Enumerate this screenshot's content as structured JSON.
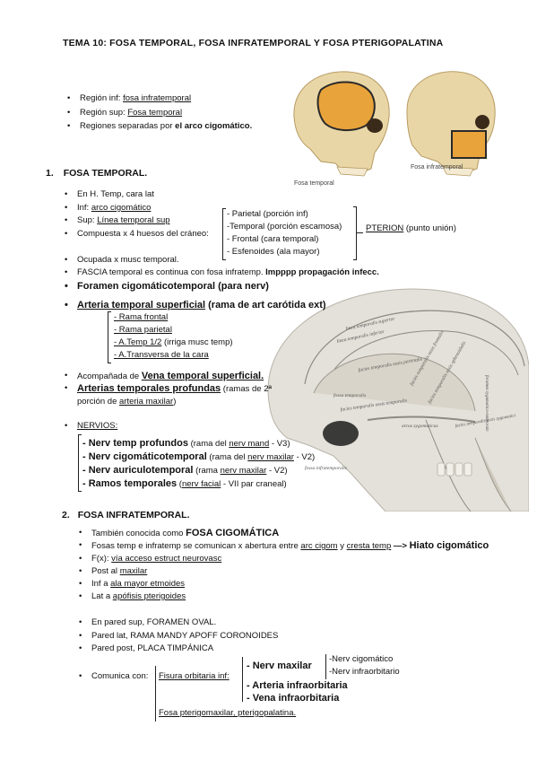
{
  "title": "TEMA 10: FOSA TEMPORAL, FOSA INFRATEMPORAL Y FOSA PTERIGOPALATINA",
  "intro": {
    "region_inf_label": "Región inf:",
    "region_inf_value": "fosa infratemporal",
    "region_sup_label": "Región sup:",
    "region_sup_value": "Fosa temporal",
    "separadas_label": "Regiones separadas por",
    "separadas_value": "el arco cigomático."
  },
  "figure_top": {
    "left_caption": "Fosa temporal",
    "right_caption": "Fosa infratemporal",
    "skull_color": "#e9d6a6",
    "highlight_color": "#e8a33b"
  },
  "sec1": {
    "heading_num": "1.",
    "heading": "FOSA TEMPORAL.",
    "b1": "En H. Temp, cara lat",
    "b2_label": "Inf:",
    "b2_value": "arco cigomático",
    "b3_label": "Sup:",
    "b3_value": "Línea temporal sup",
    "b4": "Compuesta x 4 huesos del cráneo:",
    "huesos": [
      "- Parietal (porción inf)",
      "-Temporal (porción escamosa)",
      "- Frontal (cara temporal)",
      "- Esfenoides (ala mayor)"
    ],
    "pterion": "PTERION",
    "pterion_note": "(punto unión)",
    "b5": "Ocupada x musc temporal.",
    "b6_pre": "FASCIA temporal es continua con fosa infratemp.",
    "b6_bold": "Impppp propagación infecc.",
    "b7": "Foramen cigomáticotemporal (para nerv)",
    "b8_ul": "Arteria temporal superficial",
    "b8_rest": "(rama de art carótida ext)",
    "ramas": [
      "- Rama frontal",
      "- Rama parietal",
      "- A.Temp 1/2",
      "- A.Transversa de la cara"
    ],
    "rama3_note": "(irriga musc temp)",
    "b9_pre": "Acompañada de",
    "b9_value": "Vena temporal superficial.",
    "b10_ul": "Arterias temporales profundas",
    "b10_rest": "(ramas de 2ª",
    "b10_line2_pre": "porción de",
    "b10_line2_ul": "arteria maxilar",
    "b10_line2_post": ")",
    "nervios_label": "NERVIOS:",
    "nervios": [
      {
        "name": "- Nerv temp profundos",
        "pre": "(rama del",
        "ul": "nerv mand",
        "post": "- V3)"
      },
      {
        "name": "- Nerv cigomáticotemporal",
        "pre": "(rama del",
        "ul": "nerv maxilar",
        "post": "- V2)"
      },
      {
        "name": "- Nerv auriculotemporal",
        "pre": "(rama",
        "ul": "nerv maxilar",
        "post": "- V2)"
      },
      {
        "name": "- Ramos temporales",
        "pre": "(",
        "ul": "nerv facial",
        "post": "- VII par craneal)"
      }
    ]
  },
  "figure_skull": {
    "labels": [
      "fossa temporalis",
      "linea temporalis superior",
      "linea temporalis inferior",
      "facies temporalis ossis parietalis",
      "facies temporalis ossis frontalis",
      "facies temporalis ossis sphenoidalis",
      "facies temporalis ossis temporalis",
      "arcus zygomaticus",
      "foramen zygomatico-temporale",
      "facies temporalis ossis zygomatici",
      "fossa infratemporalis"
    ],
    "bone_color": "#e4e1da"
  },
  "sec2": {
    "heading_num": "2.",
    "heading": "FOSA INFRATEMPORAL.",
    "b1_pre": "También conocida como",
    "b1_bold": "FOSA CIGOMÁTICA",
    "b2_pre": "Fosas temp e infratemp se comunican x abertura entre",
    "b2_ul1": "arc cigom",
    "b2_mid": "y",
    "b2_ul2": "cresta temp",
    "b2_arrow": "—>",
    "b2_bold": "Hiato cigomático",
    "b3_pre": "F(x):",
    "b3_ul": "vía acceso estruct neurovasc",
    "b4_pre": "Post al",
    "b4_ul": "maxilar",
    "b5_pre": "Inf a",
    "b5_ul": "ala mayor etmoides",
    "b6_pre": "Lat a",
    "b6_ul": "apófisis pterigoides",
    "b7": "En pared sup, FORAMEN OVAL.",
    "b8": "Pared lat, RAMA MANDY APOFF CORONOIDES",
    "b9": "Pared post, PLACA TIMPÁNICA",
    "b10": "Comunica con:",
    "fisura": "Fisura orbitaria inf:",
    "nerv_maxilar": "- Nerv maxilar",
    "nerv_sub": [
      "-Nerv cigomático",
      "-Nerv infraorbitario"
    ],
    "arteria": "- Arteria infraorbitaria",
    "vena": "- Vena infraorbitaria",
    "fosa_ptg": "Fosa pterigomaxilar, pterigopalatina."
  }
}
